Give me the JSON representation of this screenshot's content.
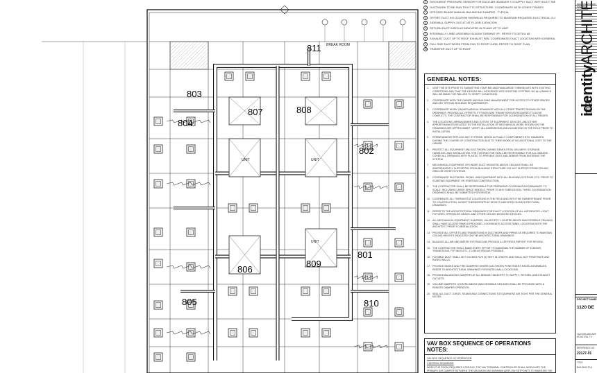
{
  "room_tags": [
    {
      "label": "803"
    },
    {
      "label": "807"
    },
    {
      "label": "808"
    },
    {
      "label": "804"
    },
    {
      "label": "802"
    },
    {
      "label": "806"
    },
    {
      "label": "809"
    },
    {
      "label": "801"
    },
    {
      "label": "805"
    },
    {
      "label": "810"
    },
    {
      "label": "811"
    }
  ],
  "plan_labels": {
    "break_room": "BREAK ROOM",
    "unit_a": "UNIT",
    "unit_b": "UNIT",
    "unit_c": "UNIT"
  },
  "keynotes": [
    {
      "n": "1",
      "text": "DISCHARGE PRESSURE SENSOR FOR EACH AIR HANDLER TO SUPPLY DUCT WITH DUCT SMOKE DETECTOR"
    },
    {
      "n": "2",
      "text": "DUCTWORK TO BE RUN TIGHT TO STRUCTURE. COORDINATE WITH OTHER TRADES"
    },
    {
      "n": "3",
      "text": "OPPOSED BLADE MANUAL BALANCING DAMPER - TYPICAL"
    },
    {
      "n": "4",
      "text": "OFFSET DUCT IN LOCATION SHOWN AS REQUIRED TO MAINTAIN REQUIRED ELECTRICAL CLEARANCES. TYPICAL"
    },
    {
      "n": "5",
      "text": "SIDEWALL SUPPLY OUTLET AT FLOOR ELEVATION"
    },
    {
      "n": "6",
      "text": "RETURN DUCT SIZED AS INDICATED IN PLANS UP TO UNIT"
    },
    {
      "n": "7",
      "text": "INTERNALLY LINED ASSEMBLY ELBOW TURNING VP - REFER TO DETAIL #8"
    },
    {
      "n": "8",
      "text": "EXHAUST DUCT UP TO ROOF EXHAUST FAN. COORDINATE EXACT LOCATION WITH GENERAL CONTRACTOR"
    },
    {
      "n": "9",
      "text": "FULL SIZE DUCTWORK FROM FAN TO ROOF CURB. REFER TO ROOF PLAN"
    },
    {
      "n": "10",
      "text": "TRANSFER DUCT UP TO ROOF"
    }
  ],
  "general_notes": {
    "title": "GENERAL NOTES:",
    "items": [
      {
        "n": "1.",
        "text": "VISIT THE SITE PRIOR TO SUBMITTING YOUR BID AND FAMILIARIZE THEMSELVES WITH EXISTING CONDITIONS AND THAT THE DESIGN WILL INTEGRATE WITH EXISTING SYSTEMS. NO ALLOWANCE WILL BE MADE FOR FAILURE TO VERIFY CONDITIONS."
      },
      {
        "n": "2.",
        "text": "COORDINATE WITH THE OWNER AND BUILDING MANAGEMENT FOR ACCESS TO OTHER SPACES AND ANY SPECIAL BUILDING REQUIREMENTS."
      },
      {
        "n": "3.",
        "text": "COORDINATE WORK ON MECHANICAL DRAWINGS WITH ALL OTHER TRADES SHOWN ON THE DRAWINGS. PROVIDE ALL OFFSETS, FITTINGS AND TRANSITIONS AS REQUIRED TO AVOID CONFLICTS. THE CONTRACTOR SHALL BE RESPONSIBLE FOR COORDINATION OF ALL TRADES."
      },
      {
        "n": "4.",
        "text": "THE LOCATIONS, ARRANGEMENT AND EXTENT OF EQUIPMENT, DEVICES, AND OTHER APPURTENANCES RELATED TO THE INSTALLATION OF MECHANICAL WORK SHOWN ON THE DRAWINGS ARE APPROXIMATE. VERIFY ALL DIMENSIONS AND ELEVATIONS IN THE FIELD PRIOR TO INSTALLATION."
      },
      {
        "n": "5.",
        "text": "REPAIR AND/OR REPLACE ANY SYSTEMS, WHICH ACTUALLY COMPONENTS ETC. DAMAGED DURING THE COURSE OF CONSTRUCTION DUE TO THEIR WORK AT NO ADDITIONAL COST TO THE OWNER."
      },
      {
        "n": "6.",
        "text": "PROTECT ALL EQUIPMENT AND DUCTWORK DURING DEMOLITION. DELIVERY, STORAGE, HANDLING, AND INSTALLATION. THE CONTRACTOR SHALL BE RESPONSIBLE FOR ALL DAMAGE. COVER ALL OPENINGS WITH PLASTIC TO PREVENT DUST AND DEBRIS FROM ENTERING THE SYSTEM."
      },
      {
        "n": "7.",
        "text": "MECHANICAL EQUIPMENT OR UNDER DUCT MOUNTED ABOVE CEILINGS SHALL BE INDEPENDENTLY SUPPORTED FROM BUILDING STRUCTURE. DO NOT SUPPORT FROM CEILING GRID OR OTHER SYSTEMS."
      },
      {
        "n": "8.",
        "text": "COORDINATE DUCTWORK, PIPING, AND EQUIPMENT WITH ALL BUILDING SYSTEMS, ETC. PRIOR TO STARTING EQUIPMENT OR STARTING CONSTRUCTION."
      },
      {
        "n": "9.",
        "text": "THE CONTRACTOR SHALL BE RESPONSIBLE FOR PREPARING COORDINATION DRAWINGS, TO SCALE, INCLUDING LARGE SPACE MODELS, PRIOR TO ANY FABRICATION. THESE COORDINATION DRAWINGS SHALL BE SUBMITTED FOR REVIEW."
      },
      {
        "n": "10.",
        "text": "COORDINATE ALL THERMOSTAT LOCATIONS IN THE FIELD AND WITH THE OWNER/TENANT PRIOR TO CONSTRUCTION. MOUNT THERMOSTATS AT HEIGHT INDICATED ON ARCHITECTURAL DRAWINGS."
      },
      {
        "n": "11.",
        "text": "REFER TO THE ARCHITECTURAL DRAWINGS FOR EXACT LOCATION OF ALL AIR DEVICES, LIGHT FIXTURES, SPRINKLER HEADS, AND OTHER CEILING MOUNTED DEVICES."
      },
      {
        "n": "12.",
        "text": "ALL MECHANICAL EQUIPMENT, DAMPERS, VALVES ETC. LOCATED ABOVE INACCESSIBLE CEILINGS SHALL HAVE ACCESS PANELS PROVIDED. COORDINATE ACCESS PANEL LOCATIONS WITH THE ARCHITECT PRIOR TO INSTALLATION."
      },
      {
        "n": "13.",
        "text": "PROVIDE ALL OFFSETS AND TRANSITIONS IN DUCTWORK AND PIPING AS REQUIRED TO MAINTAIN CEILING HEIGHTS INDICATED ON THE ARCHITECTURAL DRAWINGS."
      },
      {
        "n": "14.",
        "text": "BALANCE ALL AIR AND WATER SYSTEMS AND PROVIDE A CERTIFIED REPORT FOR REVIEW."
      },
      {
        "n": "15.",
        "text": "THE CONTRACTOR SHALL MAKE EVERY EFFORT TO MAINTAIN THE NUMBER OF ELBOWS, TRANSITIONS, FITTINGS ETC. TO BE AS FEW AS POSSIBLE."
      },
      {
        "n": "16.",
        "text": "FLEXIBLE DUCT SHALL NOT EXCEED FIVE (5) FEET IN LENGTH AND SHALL NOT PENETRATE ANY RATED WALLS."
      },
      {
        "n": "17.",
        "text": "PROVIDE SMOKE AND FIRE DAMPERS WHERE DUCTWORK PENETRATES RATED ASSEMBLIES. REFER TO ARCHITECTURAL DRAWINGS FOR RATED WALL LOCATIONS."
      },
      {
        "n": "18.",
        "text": "PROVIDE BALANCING DAMPERS AT ALL BRANCH TAKEOFFS TO SUPPLY, RETURN, AND EXHAUST OUTLETS."
      },
      {
        "n": "19.",
        "text": "VOLUME DAMPERS LOCATED ABOVE INACCESSIBLE CEILINGS SHALL BE PROVIDED WITH A REMOTE DAMPER OPERATOR."
      },
      {
        "n": "20.",
        "text": "SEAL ALL DUCT JOINTS, SEAMS AND CONNECTIONS TO EQUIPMENT AIR TIGHT PER THE GENERAL NOTES."
      }
    ]
  },
  "vav_box": {
    "title": "VAV BOX SEQUENCE OF OPERATIONS NOTES:",
    "subtitle": "VAV BOX SEQUENCE OF OPERATION",
    "sub2": "CONTROL SEQUENCE",
    "text": "WHEN THE ROOM REQUIRES COOLING, THE VAV TERMINAL CONTROLLER SHALL MODULATE THE PRIMARY AIR DAMPER BETWEEN THE MAXIMUM AND MINIMUM AIRFLOW SETPOINTS TO MAINTAIN THE SPACE TEMPERATURE SETPOINT."
  },
  "title_block": {
    "top_rows": [
      "DESIGNER/DRAWN",
      "CHECKED",
      "REVISIONS",
      "",
      "",
      "",
      "",
      "",
      "",
      "",
      "",
      "",
      "",
      "",
      "",
      "",
      "",
      "",
      "",
      "",
      "",
      "",
      "",
      ""
    ],
    "vertical_number": "1120",
    "logo_bold": "identity",
    "logo_light": "ARCHITECTS",
    "project_label": "PROJECT NAME",
    "project_name": "1120 DE",
    "address_1": "1120 DELANO AVE",
    "address_2": "HOUSTON, TX",
    "ref_label": "REFERENCE NO",
    "ref_num": "22127-01",
    "title_label": "TITLE",
    "title_val": "BUILDING PLA"
  }
}
